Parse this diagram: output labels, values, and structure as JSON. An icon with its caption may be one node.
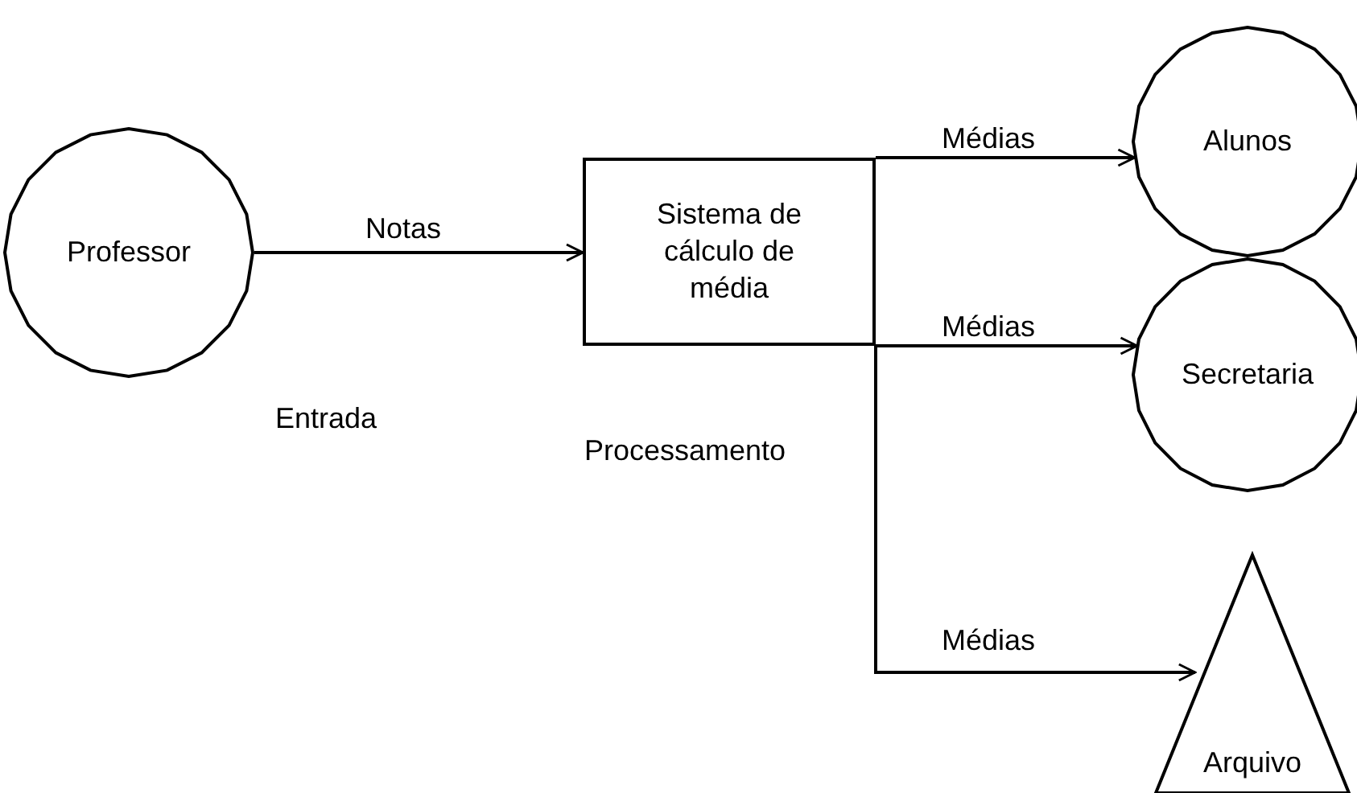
{
  "diagram": {
    "nodes": [
      {
        "text": [
          "Professor"
        ],
        "beside": [
          "Entrada"
        ]
      },
      {
        "text": [
          "Sistema de cálculo de média"
        ],
        "beside": [
          "Processamento"
        ]
      },
      {
        "text": [
          "Alunos"
        ]
      },
      {
        "text": [
          "Secretaria"
        ]
      },
      {
        "text": [
          "Arquivo"
        ]
      }
    ],
    "edges": [
      {
        "from": 0,
        "to": 1,
        "arrow": "to",
        "label": "Notas"
      },
      {
        "from": 1,
        "to": 2,
        "arrow": "to",
        "label": "Médias"
      },
      {
        "from": 1,
        "to": 3,
        "arrow": "to",
        "label": "Médias"
      },
      {
        "from": 1,
        "to": 4,
        "arrow": "to",
        "label": "Médias"
      }
    ]
  }
}
